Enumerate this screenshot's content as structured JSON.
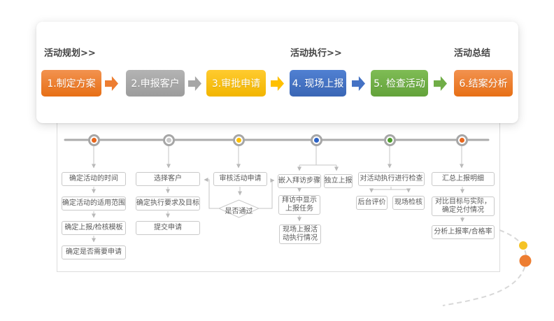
{
  "header": {
    "sections": [
      {
        "label": "活动规划>>"
      },
      {
        "label": "活动执行>>"
      },
      {
        "label": "活动总结"
      }
    ],
    "steps": [
      {
        "label": "1.制定方案",
        "color": "#ED7D31"
      },
      {
        "label": "2.申报客户",
        "color": "#A6A6A6"
      },
      {
        "label": "3.审批申请",
        "color": "#FFC000"
      },
      {
        "label": "4. 现场上报",
        "color": "#4472C4"
      },
      {
        "label": "5. 检查活动",
        "color": "#70AD47"
      },
      {
        "label": "6.结案分析",
        "color": "#ED7D31"
      }
    ]
  },
  "timeline": {
    "node_colors": [
      "#E8661C",
      "#C9C9C9",
      "#FFC000",
      "#2B62C6",
      "#4E9C2E",
      "#E8661C"
    ]
  },
  "flow": {
    "col1": {
      "boxes": [
        "确定活动的时间",
        "确定活动的适用范围",
        "确定上报/检核模板",
        "确定是否需要申请"
      ]
    },
    "col2": {
      "boxes": [
        "选择客户",
        "确定执行要求及目标",
        "提交申请"
      ]
    },
    "col3": {
      "box": "审核活动申请",
      "diamond": "是否通过"
    },
    "col4": {
      "boxes": [
        "嵌入拜访步骤",
        "独立上报",
        "拜访中显示上报任务",
        "现场上报活动执行情况"
      ]
    },
    "col5": {
      "boxes": [
        "对活动执行进行检查",
        "后台评价",
        "现场检核"
      ]
    },
    "col6": {
      "boxes": [
        "汇总上报明细",
        "对比目标与实际，确定兑付情况",
        "分析上报率/合格率"
      ]
    }
  },
  "decor": {
    "small_dot_color": "#F5C326",
    "large_dot_color": "#ED7D31"
  }
}
